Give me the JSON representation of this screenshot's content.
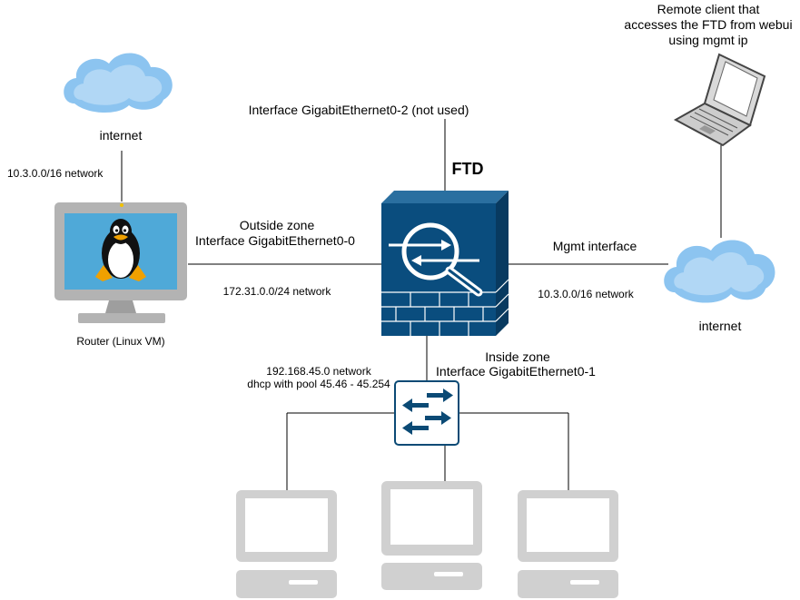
{
  "labels": {
    "internet_left": "internet",
    "net_left": "10.3.0.0/16 network",
    "router": "Router (Linux VM)",
    "outside_zone": "Outside zone",
    "outside_interface": "Interface GigabitEthernet0-0",
    "net_outside": "172.31.0.0/24 network",
    "interface_unused": "Interface GigabitEthernet0-2 (not used)",
    "ftd": "FTD",
    "mgmt_interface": "Mgmt interface",
    "net_mgmt": "10.3.0.0/16 network",
    "internet_right": "internet",
    "remote_line1": "Remote client that",
    "remote_line2": "accesses the FTD from webui",
    "remote_line3": "using mgmt ip",
    "inside_zone": "Inside zone",
    "inside_interface": "Interface GigabitEthernet0-1",
    "net_inside": "192.168.45.0 network",
    "dhcp_pool": "dhcp with pool 45.46 - 45.254"
  },
  "colors": {
    "cloud": "#8cc4f0",
    "monitor_frame": "#b3b3b3",
    "monitor_screen": "#4fa9d8",
    "ftd_body": "#0a4d7e",
    "ftd_side": "#083a60",
    "switch_stroke": "#0b4a75",
    "client_pc": "#d0d0d0"
  },
  "icons": {
    "left_cloud": "cloud-icon",
    "right_cloud": "cloud-icon",
    "router": "linux-monitor-icon",
    "firewall": "firewall-icon",
    "switch": "switch-icon",
    "laptop": "laptop-icon",
    "workstation": "workstation-icon"
  }
}
